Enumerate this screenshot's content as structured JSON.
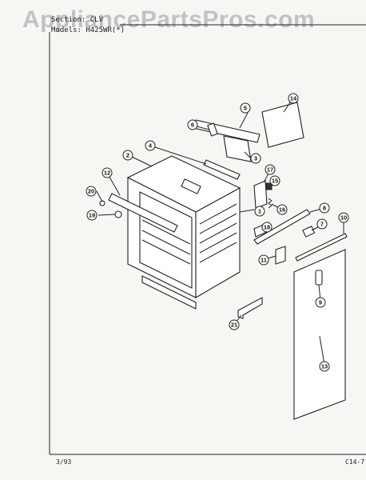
{
  "watermark": "AppliancePartsPros.com",
  "header": {
    "section_line": "Section: CLV",
    "models_line": "Models: H425WR(*)"
  },
  "footer": {
    "date": "3/93",
    "code": "C14-7"
  },
  "callouts": [
    {
      "id": "1",
      "label": "1"
    },
    {
      "id": "2",
      "label": "2"
    },
    {
      "id": "3",
      "label": "3"
    },
    {
      "id": "4",
      "label": "4"
    },
    {
      "id": "5",
      "label": "5"
    },
    {
      "id": "6",
      "label": "6"
    },
    {
      "id": "7",
      "label": "7"
    },
    {
      "id": "8",
      "label": "8"
    },
    {
      "id": "9",
      "label": "9"
    },
    {
      "id": "10",
      "label": "10"
    },
    {
      "id": "11",
      "label": "11"
    },
    {
      "id": "12",
      "label": "12"
    },
    {
      "id": "13",
      "label": "13"
    },
    {
      "id": "14",
      "label": "14"
    },
    {
      "id": "15",
      "label": "15"
    },
    {
      "id": "16",
      "label": "16"
    },
    {
      "id": "17",
      "label": "17"
    },
    {
      "id": "18",
      "label": "18"
    },
    {
      "id": "19",
      "label": "19"
    },
    {
      "id": "20",
      "label": "20"
    },
    {
      "id": "21",
      "label": "21"
    }
  ]
}
